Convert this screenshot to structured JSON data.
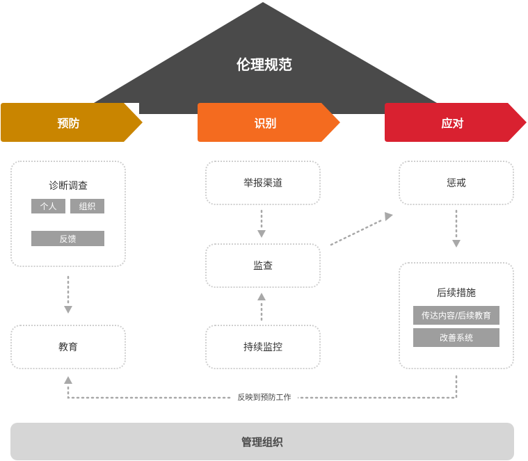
{
  "roof": {
    "title": "伦理规范"
  },
  "phases": {
    "prevention": {
      "label": "预防",
      "color": "#c98500"
    },
    "identification": {
      "label": "识别",
      "color": "#f46b1f"
    },
    "response": {
      "label": "应对",
      "color": "#d92130"
    }
  },
  "prevention": {
    "diagnosis": {
      "label": "诊断调查",
      "tags": [
        "个人",
        "组织"
      ],
      "feedback": "反馈"
    },
    "education": {
      "label": "教育"
    }
  },
  "identification": {
    "reporting": {
      "label": "举报渠道"
    },
    "audit": {
      "label": "监查"
    },
    "monitoring": {
      "label": "持续监控"
    }
  },
  "response": {
    "discipline": {
      "label": "惩戒"
    },
    "followup": {
      "label": "后续措施",
      "tags": [
        "传达内容/后续教育",
        "改善系统"
      ]
    }
  },
  "feedback_loop": {
    "label": "反映到预防工作"
  },
  "footer": {
    "label": "管理组织"
  },
  "colors": {
    "roof": "#4a4a4a",
    "tag": "#9e9e9e",
    "footer": "#d6d6d6",
    "connector": "#a8a8a8"
  }
}
